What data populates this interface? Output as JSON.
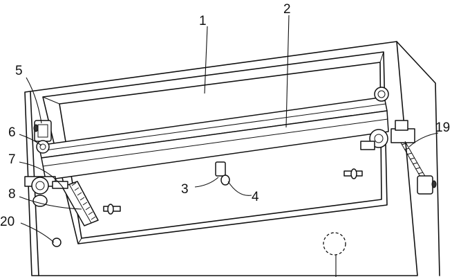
{
  "labels": {
    "l1": "1",
    "l2": "2",
    "l3": "3",
    "l4": "4",
    "l5": "5",
    "l6": "6",
    "l7": "7",
    "l8": "8",
    "l20": "20",
    "l19": "19"
  },
  "colors": {
    "line": "#111111",
    "background": "#ffffff"
  }
}
